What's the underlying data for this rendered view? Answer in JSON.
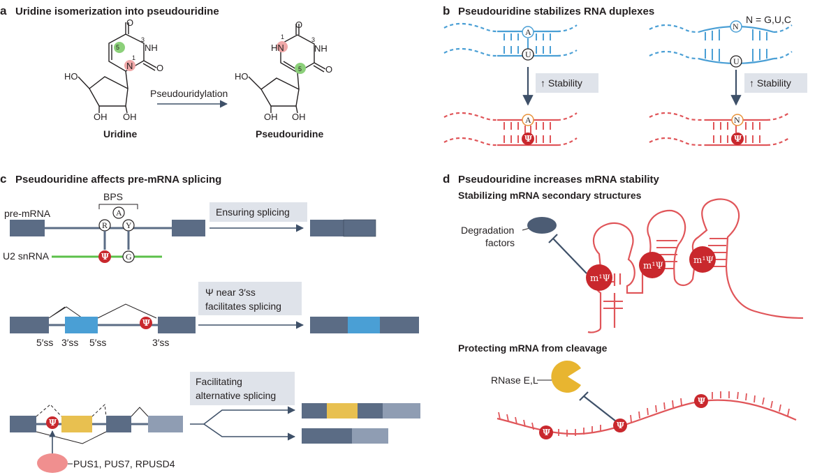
{
  "panel_a": {
    "letter": "a",
    "title": "Uridine isomerization into pseudouridine",
    "reaction_label": "Pseudouridylation",
    "uridine_label": "Uridine",
    "pseudouridine_label": "Pseudouridine",
    "atoms": {
      "O": "O",
      "NH": "NH",
      "N": "N",
      "HN": "HN",
      "HO": "HO",
      "OH": "OH",
      "n1": "1",
      "n3": "3",
      "n5": "5"
    }
  },
  "panel_b": {
    "letter": "b",
    "title": "Pseudouridine stabilizes RNA duplexes",
    "stability_label": "↑ Stability",
    "n_definition": "N = G,U,C",
    "bases": {
      "A": "A",
      "U": "U",
      "N": "N",
      "psi": "Ψ"
    }
  },
  "panel_c": {
    "letter": "c",
    "title": "Pseudouridine affects pre-mRNA splicing",
    "bps_label": "BPS",
    "pre_mrna_label": "pre-mRNA",
    "u2_label": "U2 snRNA",
    "bases": {
      "A": "A",
      "R": "R",
      "Y": "Y",
      "G": "G",
      "psi": "Ψ"
    },
    "box1": "Ensuring splicing",
    "box2_line1": "Ψ near 3′ss",
    "box2_line2": "facilitates splicing",
    "box3_line1": "Facilitating",
    "box3_line2": "alternative splicing",
    "ss_labels": [
      "5′ss",
      "3′ss",
      "5′ss",
      "3′ss"
    ],
    "enzymes": "PUS1, PUS7, RPUSD4"
  },
  "panel_d": {
    "letter": "d",
    "title": "Pseudouridine increases mRNA stability",
    "sub1": "Stabilizing mRNA secondary structures",
    "degradation_line1": "Degradation",
    "degradation_line2": "factors",
    "m1psi": "m¹Ψ",
    "sub2": "Protecting mRNA from cleavage",
    "rnase": "RNase E,L",
    "psi": "Ψ"
  },
  "colors": {
    "text": "#231f20",
    "rna_blue": "#4a9fd5",
    "rna_red": "#e05559",
    "psi_red": "#c9282d",
    "arrow": "#3e5068",
    "box_bg": "#dfe3ea",
    "exon_dark": "#5b6c85",
    "exon_blue": "#4a9fd5",
    "exon_yellow": "#e8c050",
    "exon_light": "#8f9db3",
    "u2_green": "#5cc04a",
    "enzyme_pink": "#f08f8f",
    "deg_factor": "#4c5c74",
    "rnase_yellow": "#e8b530",
    "pos5_green": "#8cd07a",
    "pos1_pink": "#f0a8a8"
  }
}
